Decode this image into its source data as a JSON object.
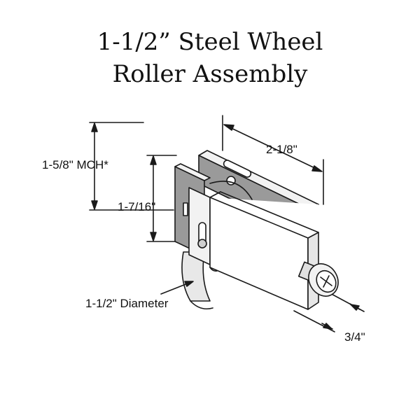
{
  "title": {
    "line1": "1-1/2” Steel Wheel",
    "line2": "Roller Assembly"
  },
  "dimensions": {
    "mch": "1-5/8\" MCH*",
    "height": "1-7/16\"",
    "length": "2-1/8\"",
    "diameter": "1-1/2\" Diameter",
    "width": "3/4\""
  },
  "colors": {
    "line": "#1a1a1a",
    "fill_light": "#f2f2f2",
    "fill_shade": "#9a9a9a"
  }
}
